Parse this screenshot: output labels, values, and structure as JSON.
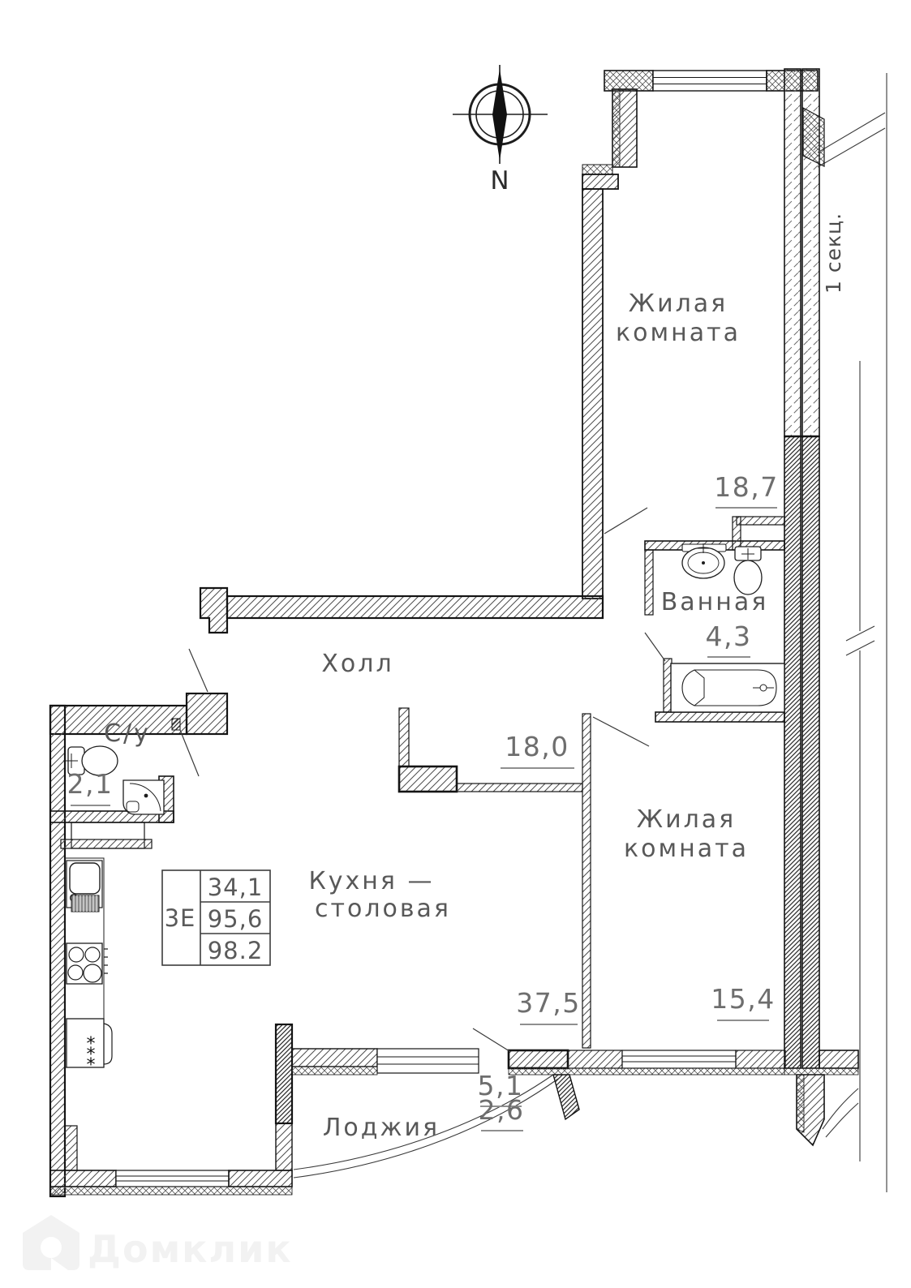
{
  "plan": {
    "compass": {
      "north_label": "N"
    },
    "section_label": "1 секц.",
    "rooms": {
      "living_room_1": {
        "name_line1": "Жилая",
        "name_line2": "комната",
        "area": "18,7"
      },
      "bathroom": {
        "name": "Ванная",
        "area": "4,3"
      },
      "hall": {
        "name": "Холл"
      },
      "wc": {
        "name": "С/у",
        "area": "2,1"
      },
      "kitchen_dining": {
        "name_line1": "Кухня —",
        "name_line2": "столовая",
        "area": "37,5"
      },
      "living_room_2": {
        "name_line1": "Жилая",
        "name_line2": "комната",
        "area": "15,4"
      },
      "loggia": {
        "name": "Лоджия",
        "area_full": "5,1",
        "area_reduced": "2,6"
      }
    },
    "opening_dimension": "18,0",
    "info_table": {
      "unit_type": "3Е",
      "living_area": "34,1",
      "apartment_area": "95,6",
      "total_area": "98.2"
    },
    "watermark": "Домклик"
  }
}
